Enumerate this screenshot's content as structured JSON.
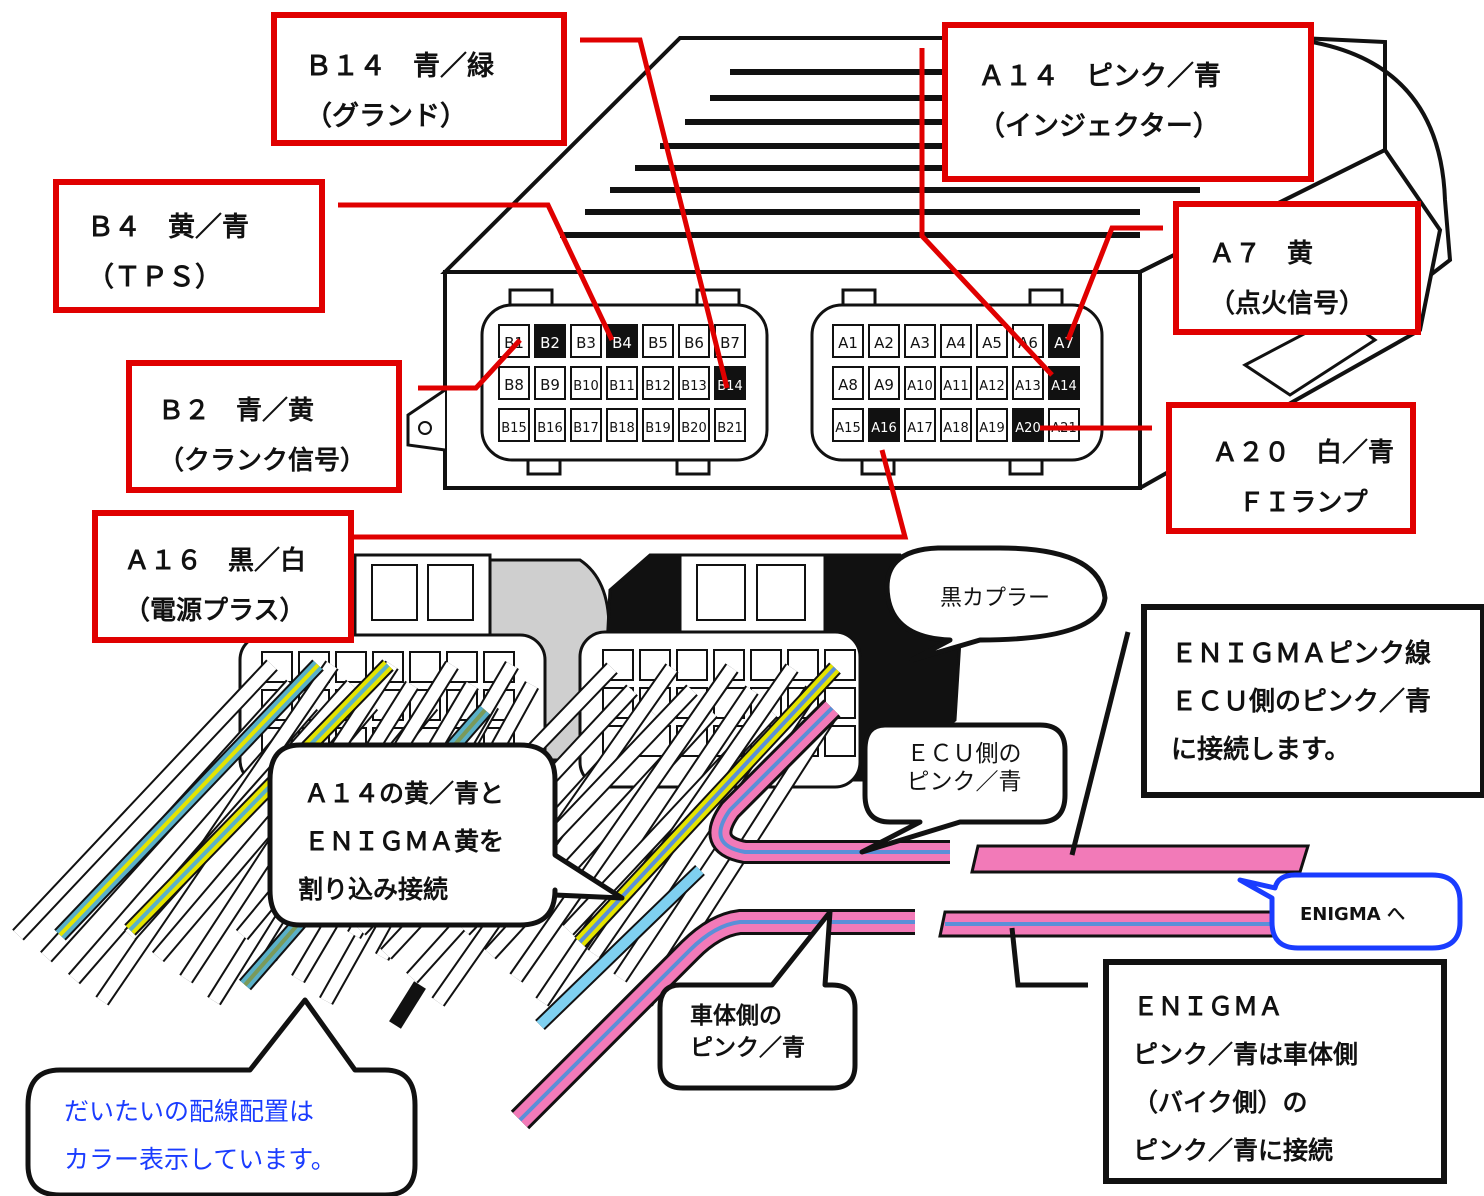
{
  "labels": {
    "b14": {
      "line1": "Ｂ１４　青／緑",
      "line2": "（グランド）"
    },
    "a14": {
      "line1": "Ａ１４　ピンク／青",
      "line2": "（インジェクター）"
    },
    "b4": {
      "line1": "Ｂ４　黄／青",
      "line2": "（ＴＰＳ）"
    },
    "a7": {
      "line1": "Ａ７　黄",
      "line2": "（点火信号）"
    },
    "b2": {
      "line1": "Ｂ２　青／黄",
      "line2": "（クランク信号）"
    },
    "a20": {
      "line1": "Ａ２０　白／青",
      "line2": "ＦＩランプ"
    },
    "a16": {
      "line1": "Ａ１６　黒／白",
      "line2": "（電源プラス）"
    }
  },
  "bubbles": {
    "black_coupler": "黒カプラー",
    "ecu_side": {
      "line1": "ＥＣＵ側の",
      "line2": "ピンク／青"
    },
    "splice": {
      "line1": "Ａ１４の黄／青と",
      "line2": "ＥＮＩＧＭＡ黄を",
      "line3": "割り込み接続"
    },
    "body_side": {
      "line1": "車体側の",
      "line2": "ピンク／青"
    },
    "to_enigma": "ENIGMA へ",
    "note": {
      "line1": "だいたいの配線配置は",
      "line2": "カラー表示しています。"
    }
  },
  "notes": {
    "enigma_pink": {
      "line1": "ＥＮＩＧＭＡピンク線",
      "line2": "ＥＣＵ側のピンク／青",
      "line3": "に接続します。"
    },
    "enigma_body": {
      "line1": "ＥＮＩＧＭＡ",
      "line2": "ピンク／青は車体側",
      "line3": "（バイク側）の",
      "line4": "ピンク／青に接続"
    }
  },
  "connector_b": {
    "rows": [
      [
        "B1",
        "B2",
        "B3",
        "B4",
        "B5",
        "B6",
        "B7"
      ],
      [
        "B8",
        "B9",
        "B10",
        "B11",
        "B12",
        "B13",
        "B14"
      ],
      [
        "B15",
        "B16",
        "B17",
        "B18",
        "B19",
        "B20",
        "B21"
      ]
    ],
    "highlighted": [
      "B2",
      "B4",
      "B14"
    ]
  },
  "connector_a": {
    "rows": [
      [
        "A1",
        "A2",
        "A3",
        "A4",
        "A5",
        "A6",
        "A7"
      ],
      [
        "A8",
        "A9",
        "A10",
        "A11",
        "A12",
        "A13",
        "A14"
      ],
      [
        "A15",
        "A16",
        "A17",
        "A18",
        "A19",
        "A20",
        "A21"
      ]
    ],
    "highlighted": [
      "A7",
      "A14",
      "A16",
      "A20"
    ]
  },
  "colors": {
    "label_border": "#e00000",
    "note_border": "#111111",
    "pink_wire": "#f27ab8",
    "blue_stripe": "#5b8fd8",
    "yellow_wire": "#e4e400",
    "blue_bubble_border": "#1a3cff",
    "note_text": "#1a3cff"
  }
}
